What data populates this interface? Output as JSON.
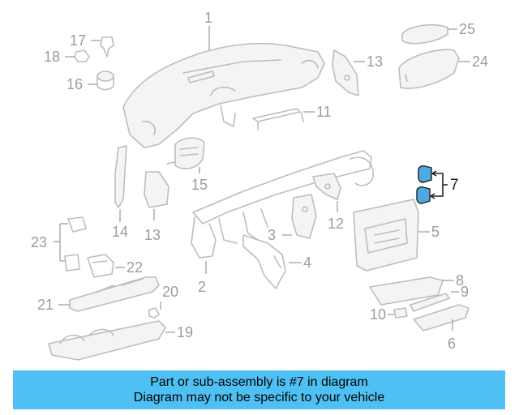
{
  "diagram": {
    "callouts": {
      "c1": "1",
      "c2": "2",
      "c3": "3",
      "c4": "4",
      "c5": "5",
      "c6": "6",
      "c7": "7",
      "c8": "8",
      "c9": "9",
      "c10": "10",
      "c11": "11",
      "c12": "12",
      "c13a": "13",
      "c13b": "13",
      "c14": "14",
      "c15": "15",
      "c16": "16",
      "c17": "17",
      "c18": "18",
      "c19": "19",
      "c20": "20",
      "c21": "21",
      "c22": "22",
      "c23": "23",
      "c24": "24",
      "c25": "25"
    },
    "highlight_color": "#4fa8df"
  },
  "banner": {
    "line1": "Part or sub-assembly is #7 in diagram",
    "line2": "Diagram may not be specific to your vehicle",
    "color": "#4fc0f3"
  }
}
